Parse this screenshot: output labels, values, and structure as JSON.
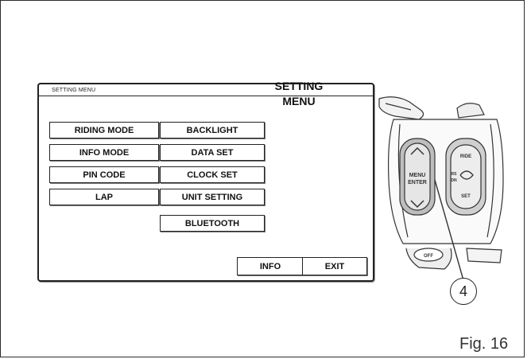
{
  "screen": {
    "title": "SETTING MENU",
    "heading_line1": "SETTING",
    "heading_line2": "MENU",
    "left_column": [
      "RIDING MODE",
      "INFO MODE",
      "PIN CODE",
      "LAP"
    ],
    "right_column": [
      "BACKLIGHT",
      "DATA SET",
      "CLOCK SET",
      "UNIT SETTING",
      "BLUETOOTH"
    ],
    "info_button": "INFO",
    "exit_button": "EXIT"
  },
  "device": {
    "menu_label_line1": "MENU",
    "menu_label_line2": "ENTER",
    "ride_label": "RIDE",
    "set_label": "SET",
    "off_label": "OFF",
    "dn_label": "DN",
    "rs_label": "RS"
  },
  "callout_number": "4",
  "figure_caption": "Fig. 16"
}
